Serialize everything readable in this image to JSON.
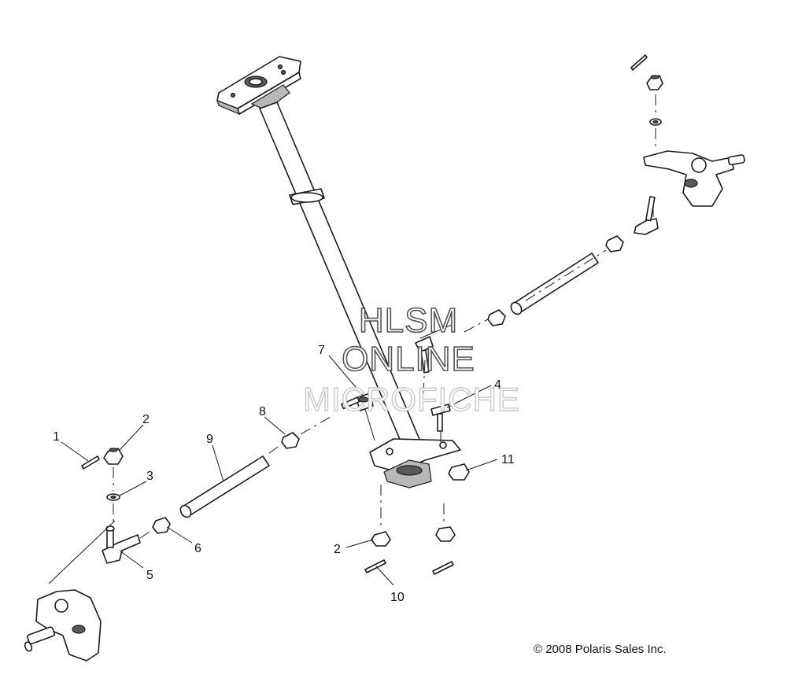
{
  "watermark": {
    "line1": "HLSM",
    "line2": "ONLINE",
    "line3": "MICROFICHE"
  },
  "copyright": "© 2008 Polaris Sales Inc.",
  "callouts": [
    {
      "id": "c1",
      "label": "1"
    },
    {
      "id": "c2a",
      "label": "2"
    },
    {
      "id": "c2b",
      "label": "2"
    },
    {
      "id": "c3",
      "label": "3"
    },
    {
      "id": "c4",
      "label": "4"
    },
    {
      "id": "c5",
      "label": "5"
    },
    {
      "id": "c6",
      "label": "6"
    },
    {
      "id": "c7",
      "label": "7"
    },
    {
      "id": "c8",
      "label": "8"
    },
    {
      "id": "c9",
      "label": "9"
    },
    {
      "id": "c10",
      "label": "10"
    },
    {
      "id": "c11",
      "label": "11"
    }
  ],
  "colors": {
    "line": "#1a1a1a",
    "background": "#ffffff",
    "watermark_dark": "#555555",
    "watermark_light": "#c8c8c8"
  }
}
